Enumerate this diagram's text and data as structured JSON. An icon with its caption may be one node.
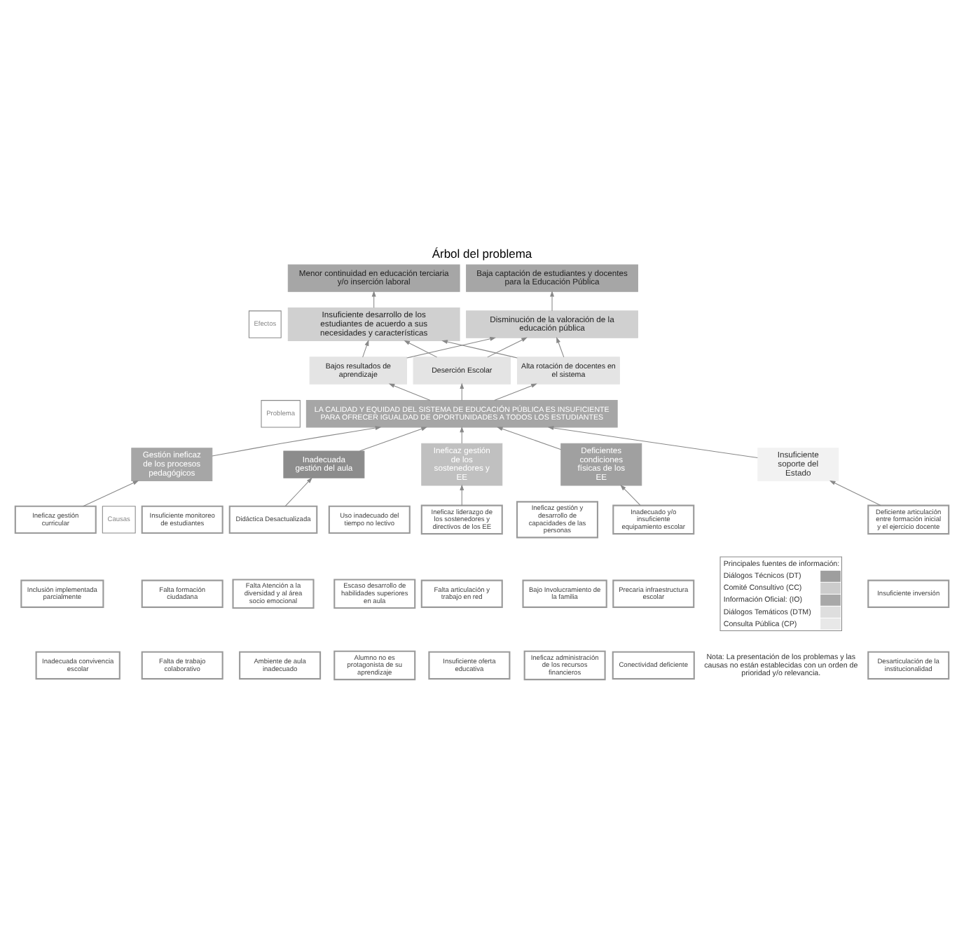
{
  "diagram": {
    "title": "Árbol del problema",
    "nodes": [
      {
        "text": [
          "Menor continuidad en educación terciaria y/o inserción laboral"
        ]
      },
      {
        "text": [
          "Baja captación de estudiantes y docentes para la Educación Pública"
        ]
      },
      {
        "text": [
          "Insuficiente desarrollo de los estudiantes de acuerdo a sus necesidades y características"
        ]
      },
      {
        "text": [
          "Disminución de la valoración de la educación pública"
        ]
      },
      {
        "text": [
          "Bajos resultados de aprendizaje"
        ]
      },
      {
        "text": [
          "Deserción Escolar"
        ]
      },
      {
        "text": [
          "Alta rotación de docentes en el sistema"
        ]
      },
      {
        "text": [
          "LA CALIDAD Y EQUIDAD DEL SISTEMA DE EDUCACIÓN PÚBLICA ES INSUFICIENTE PARA OFRECER IGUALDAD DE OPORTUNIDADES A TODOS LOS ESTUDIANTES"
        ]
      },
      {
        "text": [
          "Gestión ineficaz de los procesos pedagógicos"
        ]
      },
      {
        "text": [
          "Inadecuada gestión del aula"
        ]
      },
      {
        "text": [
          "Ineficaz gestión de los sostenedores y EE"
        ]
      },
      {
        "text": [
          "Deficientes condiciones físicas de los EE"
        ]
      },
      {
        "text": [
          "Insuficiente soporte del Estado"
        ]
      },
      {
        "text": [
          "Ineficaz gestión curricular"
        ]
      },
      {
        "text": [
          "Inclusión implementada parcialmente"
        ]
      },
      {
        "text": [
          "Inadecuada convivencia escolar"
        ]
      },
      {
        "text": [
          "Insuficiente monitoreo de estudiantes"
        ]
      },
      {
        "text": [
          "Falta formación ciudadana"
        ]
      },
      {
        "text": [
          "Falta de trabajo colaborativo"
        ]
      },
      {
        "text": [
          "Didáctica Desactualizada"
        ]
      },
      {
        "text": [
          "Falta Atención a la diversidad y al área socio emocional"
        ]
      },
      {
        "text": [
          "Ambiente de aula inadecuado"
        ]
      },
      {
        "text": [
          "Uso inadecuado del tiempo no lectivo"
        ]
      },
      {
        "text": [
          "Escaso desarrollo de habilidades superiores en aula"
        ]
      },
      {
        "text": [
          "Alumno no es protagonista de su aprendizaje"
        ]
      },
      {
        "text": [
          "Ineficaz liderazgo de los sostenedores y directivos de los EE"
        ]
      },
      {
        "text": [
          "Falta articulación y trabajo en red"
        ]
      },
      {
        "text": [
          "Insuficiente oferta educativa"
        ]
      },
      {
        "text": [
          "Ineficaz gestión y desarrollo de capacidades de las personas"
        ]
      },
      {
        "text": [
          "Bajo Involucramiento de la familia"
        ]
      },
      {
        "text": [
          "Ineficaz administración de los recursos financieros"
        ]
      },
      {
        "text": [
          "Inadecuado y/o insuficiente equipamiento escolar"
        ]
      },
      {
        "text": [
          "Precaria infraestructura escolar"
        ]
      },
      {
        "text": [
          "Conectividad deficiente"
        ]
      },
      {
        "text": [
          "Deficiente articulación entre formación inicial y el ejercicio docente"
        ]
      },
      {
        "text": [
          "Insuficiente inversión"
        ]
      },
      {
        "text": [
          "Desarticulación de la institucionalidad"
        ]
      },
      {
        "text": [
          "Efectos"
        ]
      },
      {
        "text": [
          "Problema"
        ]
      },
      {
        "text": [
          "Causas"
        ]
      }
    ],
    "edges": [
      {
        "from": 2,
        "to": 0,
        "arrow": "to"
      },
      {
        "from": 3,
        "to": 1,
        "arrow": "to"
      },
      {
        "from": 4,
        "to": 2,
        "arrow": "to"
      },
      {
        "from": 5,
        "to": 2,
        "arrow": "to"
      },
      {
        "from": 6,
        "to": 2,
        "arrow": "to"
      },
      {
        "from": 4,
        "to": 3,
        "arrow": "to"
      },
      {
        "from": 5,
        "to": 3,
        "arrow": "to"
      },
      {
        "from": 6,
        "to": 3,
        "arrow": "to"
      },
      {
        "from": 7,
        "to": 4,
        "arrow": "to"
      },
      {
        "from": 7,
        "to": 5,
        "arrow": "to"
      },
      {
        "from": 7,
        "to": 6,
        "arrow": "to"
      },
      {
        "from": 8,
        "to": 7,
        "arrow": "to"
      },
      {
        "from": 9,
        "to": 7,
        "arrow": "to"
      },
      {
        "from": 10,
        "to": 7,
        "arrow": "to"
      },
      {
        "from": 11,
        "to": 7,
        "arrow": "to"
      },
      {
        "from": 12,
        "to": 7,
        "arrow": "to"
      },
      {
        "from": 13,
        "to": 8,
        "arrow": "to"
      },
      {
        "from": 19,
        "to": 9,
        "arrow": "to"
      },
      {
        "from": 25,
        "to": 10,
        "arrow": "to"
      },
      {
        "from": 31,
        "to": 11,
        "arrow": "to"
      },
      {
        "from": 34,
        "to": 12,
        "arrow": "to"
      }
    ],
    "labels": [
      "Principales fuentes de información:",
      "Nota: La presentación de los problemas y las causas no están establecidas con un orden de prioridad y/o relevancia."
    ],
    "legend": [
      {
        "text": "Diálogos Técnicos (DT)",
        "color": "#9e9e9e"
      },
      {
        "text": "Comité Consultivo (CC)",
        "color": "#cccccc"
      },
      {
        "text": "Información Oficial: (IO)",
        "color": "#a8a8a8"
      },
      {
        "text": "Diálogos Temáticos (DTM)",
        "color": "#dedede"
      },
      {
        "text": "Consulta Pública (CP)",
        "color": "#e8e8e8"
      }
    ]
  }
}
